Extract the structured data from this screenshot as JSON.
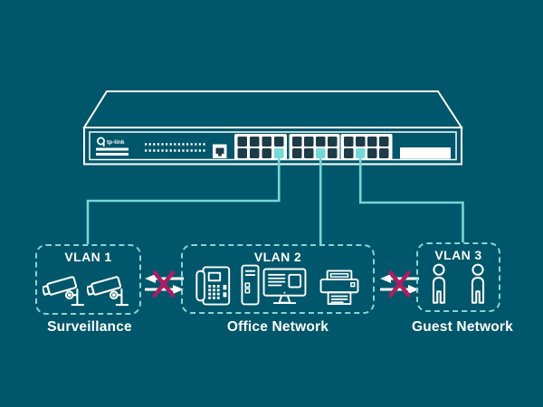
{
  "colors": {
    "background": "#00566A",
    "outline": "#FFFFFF",
    "cable": "#74D8D6",
    "dashed_border": "#8CD4D4",
    "blocked_x": "#AB1E63",
    "port_dark": "#1D3C47"
  },
  "switch": {
    "brand": "tp-link",
    "port_groups": 3,
    "ports_per_group": 8,
    "total_ports": 24,
    "highlighted_ports": [
      "group-1-bottom-row-port-4",
      "group-2-bottom-row-port-3",
      "group-3-bottom-row-port-2"
    ]
  },
  "vlans": [
    {
      "title": "VLAN 1",
      "network": "Surveillance",
      "devices": [
        "cctv-camera",
        "cctv-camera"
      ]
    },
    {
      "title": "VLAN 2",
      "network": "Office Network",
      "devices": [
        "ip-phone",
        "pc-tower",
        "monitor",
        "printer"
      ]
    },
    {
      "title": "VLAN 3",
      "network": "Guest Network",
      "devices": [
        "person",
        "person"
      ]
    }
  ],
  "blocked_links": [
    {
      "between": [
        "VLAN 1",
        "VLAN 2"
      ]
    },
    {
      "between": [
        "VLAN 2",
        "VLAN 3"
      ]
    }
  ]
}
